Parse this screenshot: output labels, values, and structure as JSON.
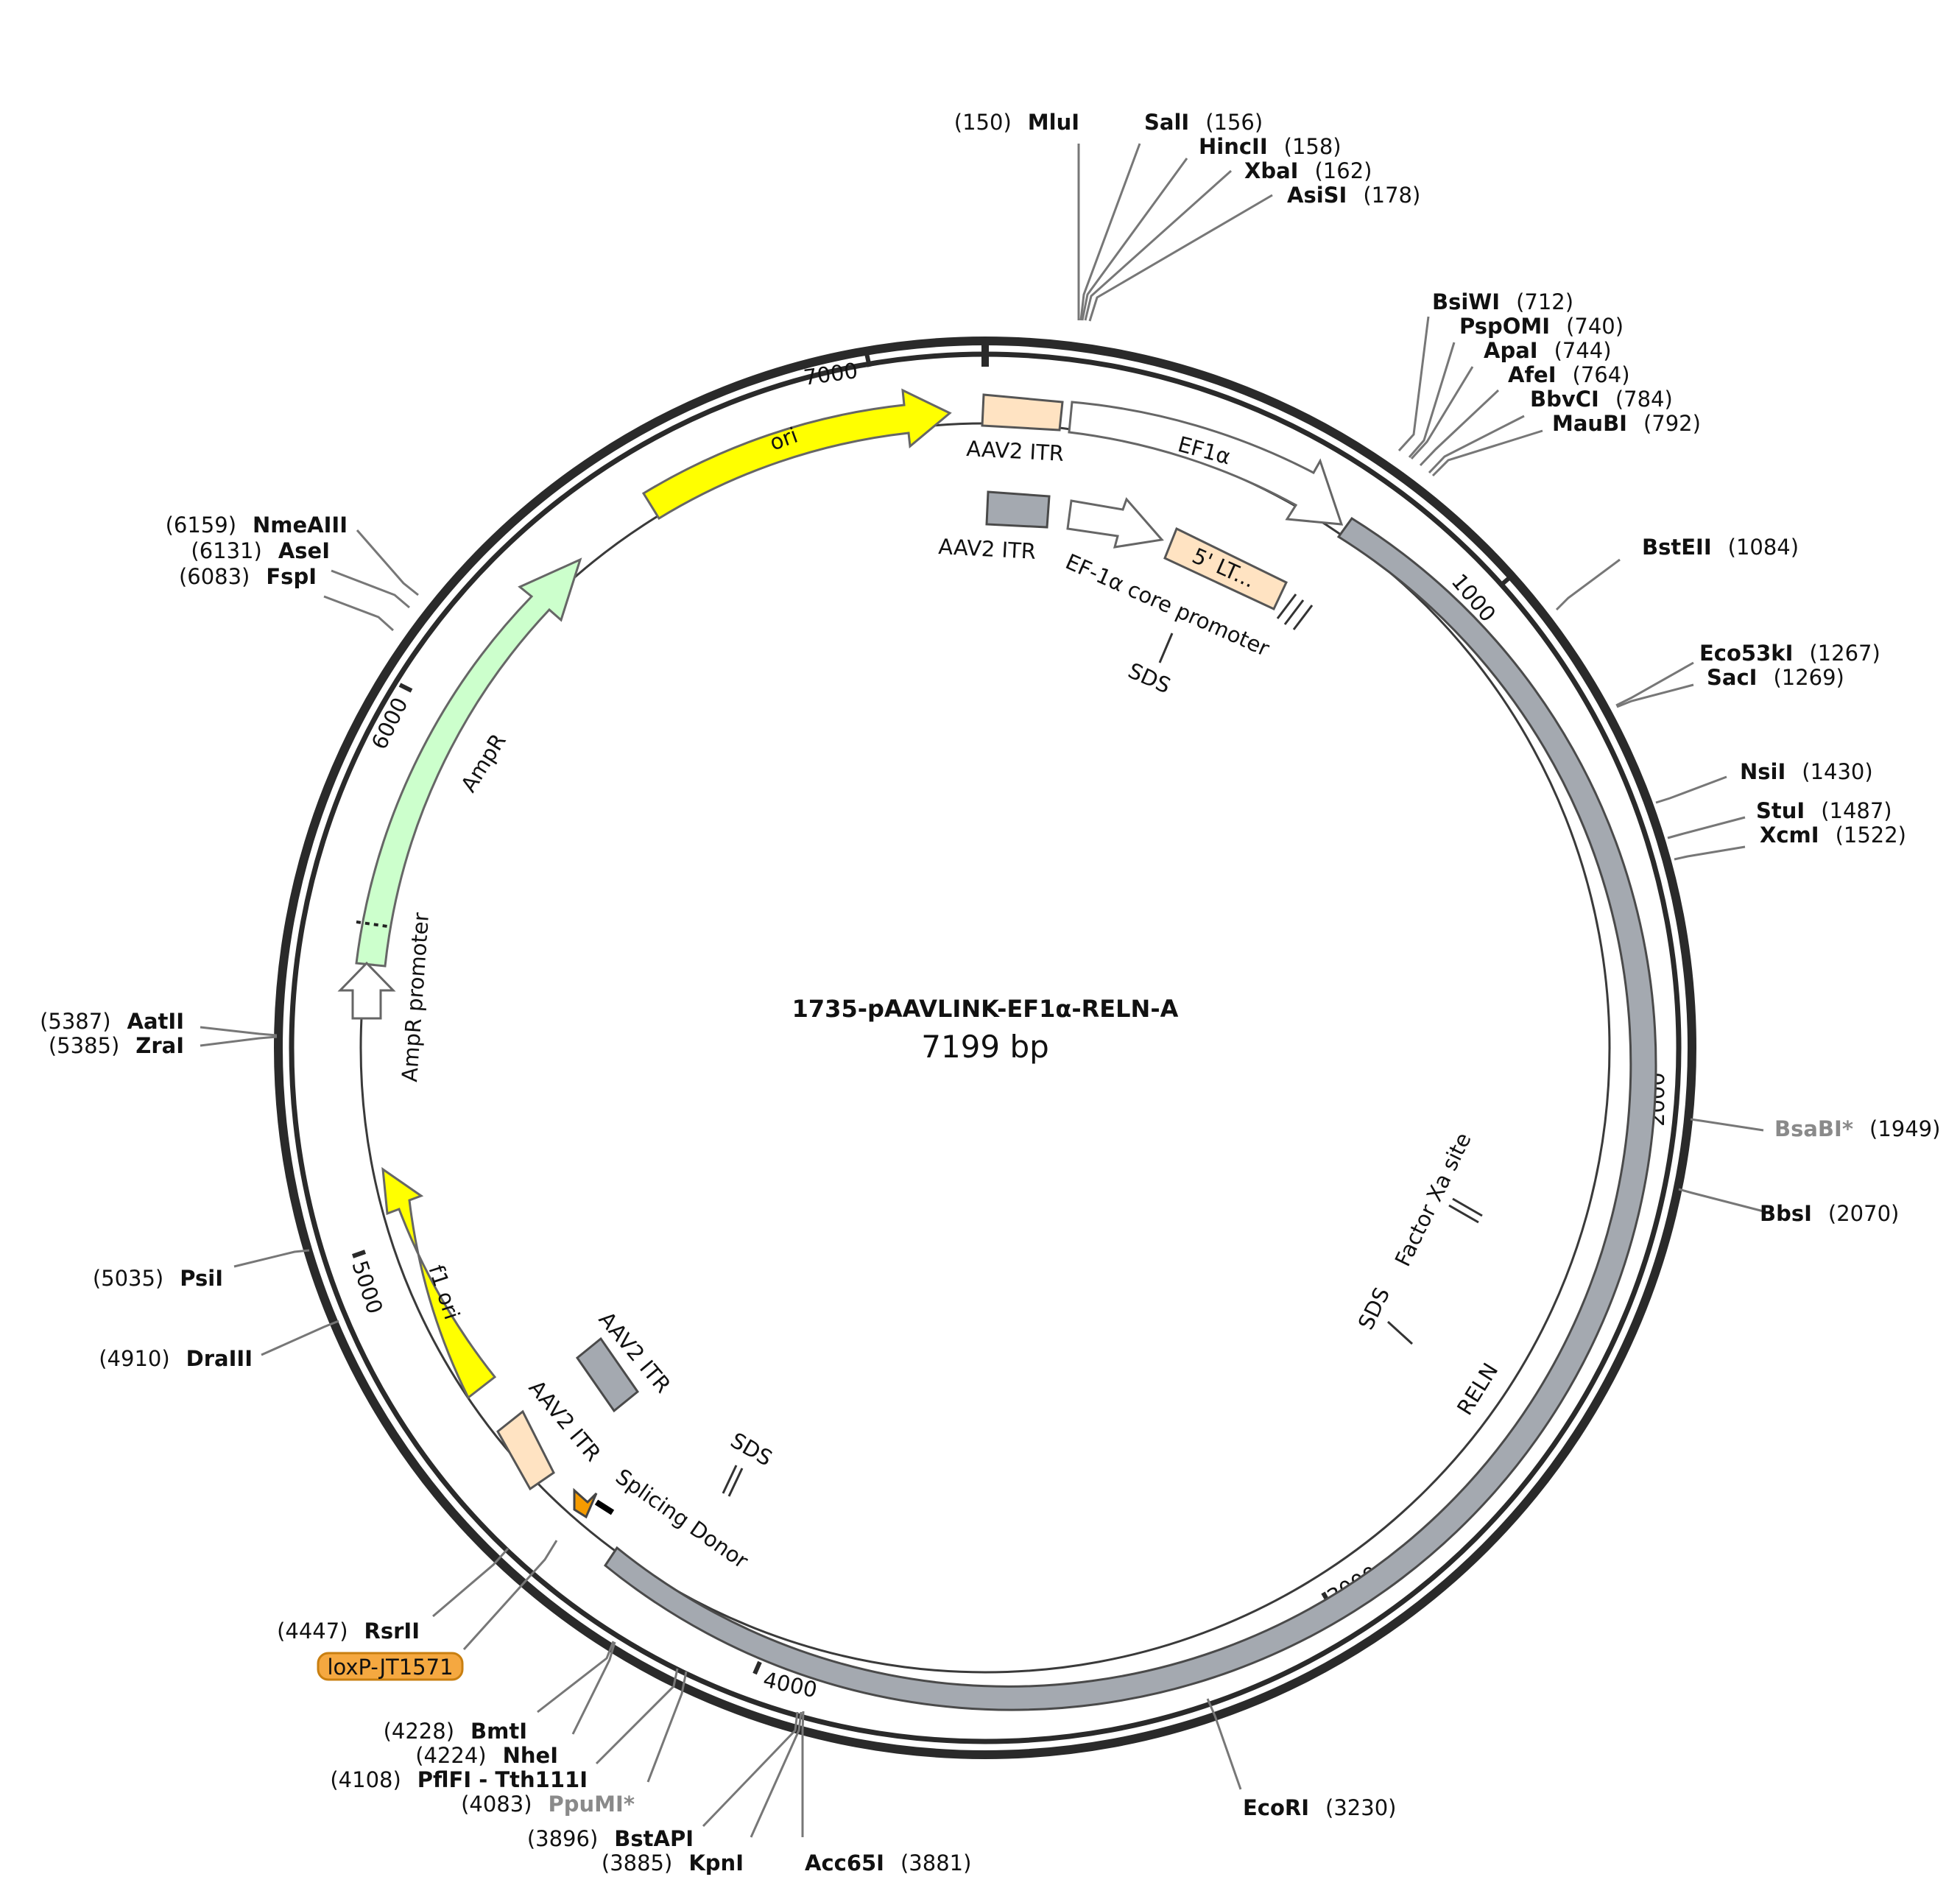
{
  "plasmid": {
    "name": "1735-pAAVLINK-EF1α-RELN-A",
    "size_label": "7199 bp"
  },
  "colors": {
    "gray": "#a4a9b0",
    "yellow": "#ffff00",
    "green": "#ccffcc",
    "peach": "#ffe3c2",
    "orange": "#f59b00",
    "loxp": "#f5a840"
  },
  "ticks": [
    "1000",
    "2000",
    "3000",
    "4000",
    "5000",
    "6000",
    "7000"
  ],
  "sites": [
    {
      "pos": "(150)",
      "name": "MluI"
    },
    {
      "pos": "(156)",
      "name": "SalI"
    },
    {
      "pos": "(158)",
      "name": "HincII"
    },
    {
      "pos": "(162)",
      "name": "XbaI"
    },
    {
      "pos": "(178)",
      "name": "AsiSI"
    },
    {
      "pos": "(712)",
      "name": "BsiWI"
    },
    {
      "pos": "(740)",
      "name": "PspOMI"
    },
    {
      "pos": "(744)",
      "name": "ApaI"
    },
    {
      "pos": "(764)",
      "name": "AfeI"
    },
    {
      "pos": "(784)",
      "name": "BbvCI"
    },
    {
      "pos": "(792)",
      "name": "MauBI"
    },
    {
      "pos": "(1084)",
      "name": "BstEII"
    },
    {
      "pos": "(1267)",
      "name": "Eco53kI"
    },
    {
      "pos": "(1269)",
      "name": "SacI"
    },
    {
      "pos": "(1430)",
      "name": "NsiI"
    },
    {
      "pos": "(1487)",
      "name": "StuI"
    },
    {
      "pos": "(1522)",
      "name": "XcmI"
    },
    {
      "pos": "(1949)",
      "name": "BsaBI*"
    },
    {
      "pos": "(2070)",
      "name": "BbsI"
    },
    {
      "pos": "(3230)",
      "name": "EcoRI"
    },
    {
      "pos": "(3881)",
      "name": "Acc65I"
    },
    {
      "pos": "(3885)",
      "name": "KpnI"
    },
    {
      "pos": "(3896)",
      "name": "BstAPI"
    },
    {
      "pos": "(4083)",
      "name": "PpuMI*"
    },
    {
      "pos": "(4108)",
      "name": "PflFI - Tth111I"
    },
    {
      "pos": "(4224)",
      "name": "NheI"
    },
    {
      "pos": "(4228)",
      "name": "BmtI"
    },
    {
      "pos": "(4447)",
      "name": "RsrII"
    },
    {
      "pos": "(4910)",
      "name": "DraIII"
    },
    {
      "pos": "(5035)",
      "name": "PsiI"
    },
    {
      "pos": "(5385)",
      "name": "ZraI"
    },
    {
      "pos": "(5387)",
      "name": "AatII"
    },
    {
      "pos": "(6083)",
      "name": "FspI"
    },
    {
      "pos": "(6131)",
      "name": "AseI"
    },
    {
      "pos": "(6159)",
      "name": "NmeAIII"
    }
  ],
  "features": {
    "ori": "ori",
    "aav2_itr": "AAV2 ITR",
    "ef1a": "EF1α",
    "ef1a_core": "EF-1α core promoter",
    "five_lt": "5' LT...",
    "sds": "SDS",
    "factor_xa": "Factor Xa site",
    "reln": "RELN",
    "splicing_donor": "Splicing Donor",
    "f1_ori": "f1 ori",
    "ampr": "AmpR",
    "ampr_promoter": "AmpR promoter",
    "loxp": "loxP-JT1571"
  }
}
